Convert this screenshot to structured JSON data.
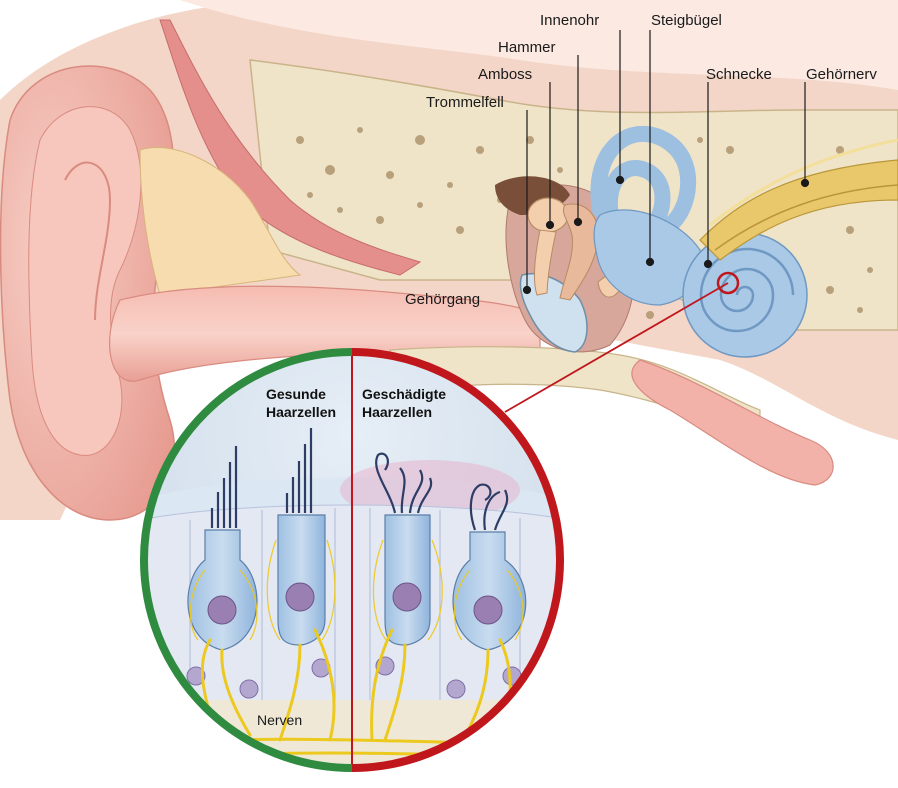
{
  "labels": {
    "innenohr": "Innenohr",
    "steigbuegel": "Steigbügel",
    "hammer": "Hammer",
    "amboss": "Amboss",
    "trommelfell": "Trommelfell",
    "schnecke": "Schnecke",
    "gehoernerv": "Gehörnerv",
    "gehoergang": "Gehörgang"
  },
  "inset": {
    "healthy_line1": "Gesunde",
    "healthy_line2": "Haarzellen",
    "damaged_line1": "Geschädigte",
    "damaged_line2": "Haarzellen",
    "nerves": "Nerven"
  },
  "colors": {
    "healthy_ring": "#2e8b3f",
    "damaged_ring": "#c0171d",
    "skin": "#f2b7ad",
    "bone": "#efe6cf",
    "inner_ear": "#a9c9e6",
    "nerve": "#e8c86a"
  }
}
